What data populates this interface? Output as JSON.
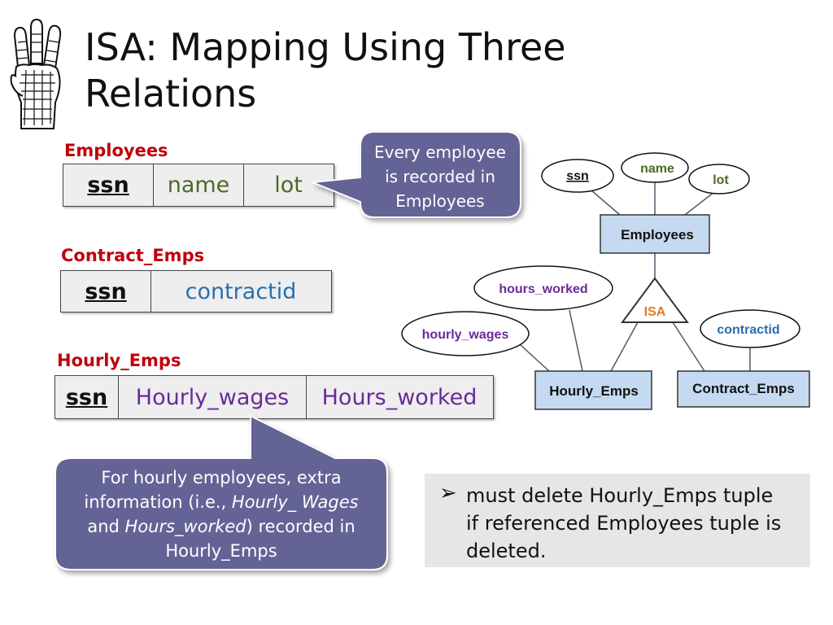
{
  "slide": {
    "title_line1": "ISA:  Mapping Using Three",
    "title_line2": "Relations"
  },
  "relations": {
    "employees": {
      "label": "Employees",
      "cols": [
        "ssn",
        "name",
        "lot"
      ]
    },
    "contract_emps": {
      "label": "Contract_Emps",
      "cols": [
        "ssn",
        "contractid"
      ]
    },
    "hourly_emps": {
      "label": "Hourly_Emps",
      "cols": [
        "ssn",
        "Hourly_wages",
        "Hours_worked"
      ]
    }
  },
  "callouts": {
    "employees": {
      "line1": "Every employee",
      "line2": "is recorded in",
      "line3": "Employees"
    },
    "hourly": {
      "line1": "For hourly employees, extra",
      "line2_a": "information (i.e., ",
      "line2_b": "Hourly_ Wages",
      "line3_a": "and ",
      "line3_b": "Hours_worked",
      "line3_c": ") recorded in",
      "line4": "Hourly_Emps"
    }
  },
  "er_diagram": {
    "attr_ssn": "ssn",
    "attr_name": "name",
    "attr_lot": "lot",
    "entity_employees": "Employees",
    "isa": "ISA",
    "attr_hours_worked": "hours_worked",
    "attr_hourly_wages": "hourly_wages",
    "attr_contractid": "contractid",
    "entity_hourly_emps": "Hourly_Emps",
    "entity_contract_emps": "Contract_Emps"
  },
  "bullet": {
    "icon": "arrow-bullet-icon",
    "line1": "must delete Hourly_Emps tuple",
    "line2": "if referenced Employees tuple is",
    "line3": "deleted."
  },
  "colors": {
    "label_red": "#c0000c",
    "callout_fill": "#646496",
    "entity_fill": "#c5d9f1",
    "isa_orange": "#e07b20",
    "attr_green": "#4a6b26",
    "attr_purple": "#6a2a9a",
    "attr_blue": "#2a6db0"
  }
}
